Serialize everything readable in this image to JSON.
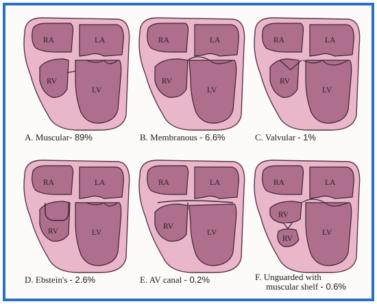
{
  "palette": {
    "frame": "#2a6fce",
    "outer": "#e9b7c9",
    "outer_stroke": "#5a3347",
    "chamber": "#ad6f8c",
    "chamber_stroke": "#3e2233",
    "background": "#fdfbf9"
  },
  "panels": [
    {
      "id": "A",
      "caption": "A. Muscular",
      "percent": "- 89%",
      "labels": {
        "ra": "RA",
        "la": "LA",
        "rv": "RV",
        "lv": "LV"
      }
    },
    {
      "id": "B",
      "caption": "B. Membranous",
      "percent": "- 6.6%",
      "labels": {
        "ra": "RA",
        "la": "LA",
        "rv": "RV",
        "lv": "LV"
      }
    },
    {
      "id": "C",
      "caption": "C. Valvular",
      "percent": "- 1%",
      "labels": {
        "ra": "RA",
        "la": "LA",
        "rv": "RV",
        "lv": "LV"
      }
    },
    {
      "id": "D",
      "caption": "D. Ebstein's",
      "percent": "- 2.6%",
      "labels": {
        "ra": "RA",
        "la": "LA",
        "rv": "RV",
        "lv": "LV"
      }
    },
    {
      "id": "E",
      "caption": "E. AV canal",
      "percent": "- 0.2%",
      "labels": {
        "ra": "RA",
        "la": "LA",
        "rv": "RV",
        "lv": "LV"
      }
    },
    {
      "id": "F",
      "caption_line1": "F. Unguarded with",
      "caption_line2": "muscular shelf",
      "percent": "- 0.6%",
      "labels": {
        "ra": "RA",
        "la": "LA",
        "rv1": "RV",
        "rv2": "RV",
        "lv": "LV"
      }
    }
  ]
}
